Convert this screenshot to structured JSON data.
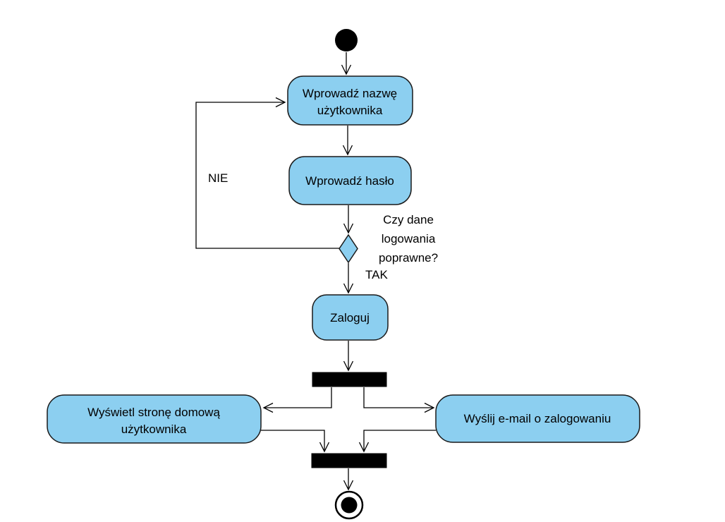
{
  "diagram": {
    "kind": "uml-activity-diagram",
    "language": "pl",
    "colors": {
      "node_fill": "#8CCFF0",
      "node_stroke": "#1A1A1A",
      "bar_fill": "#000000",
      "edge_color": "#000000",
      "text_color": "#000000",
      "background": "#FFFFFF"
    },
    "nodes": {
      "enter_username": {
        "line1": "Wprowadź nazwę",
        "line2": "użytkownika"
      },
      "enter_password": {
        "label": "Wprowadź hasło"
      },
      "decision": {
        "question_line1": "Czy dane",
        "question_line2": "logowania",
        "question_line3": "poprawne?"
      },
      "login": {
        "label": "Zaloguj"
      },
      "show_homepage": {
        "line1": "Wyświetl stronę domową",
        "line2": "użytkownika"
      },
      "send_email": {
        "label": "Wyślij e-mail o zalogowaniu"
      }
    },
    "edge_labels": {
      "no": "NIE",
      "yes": "TAK"
    }
  }
}
